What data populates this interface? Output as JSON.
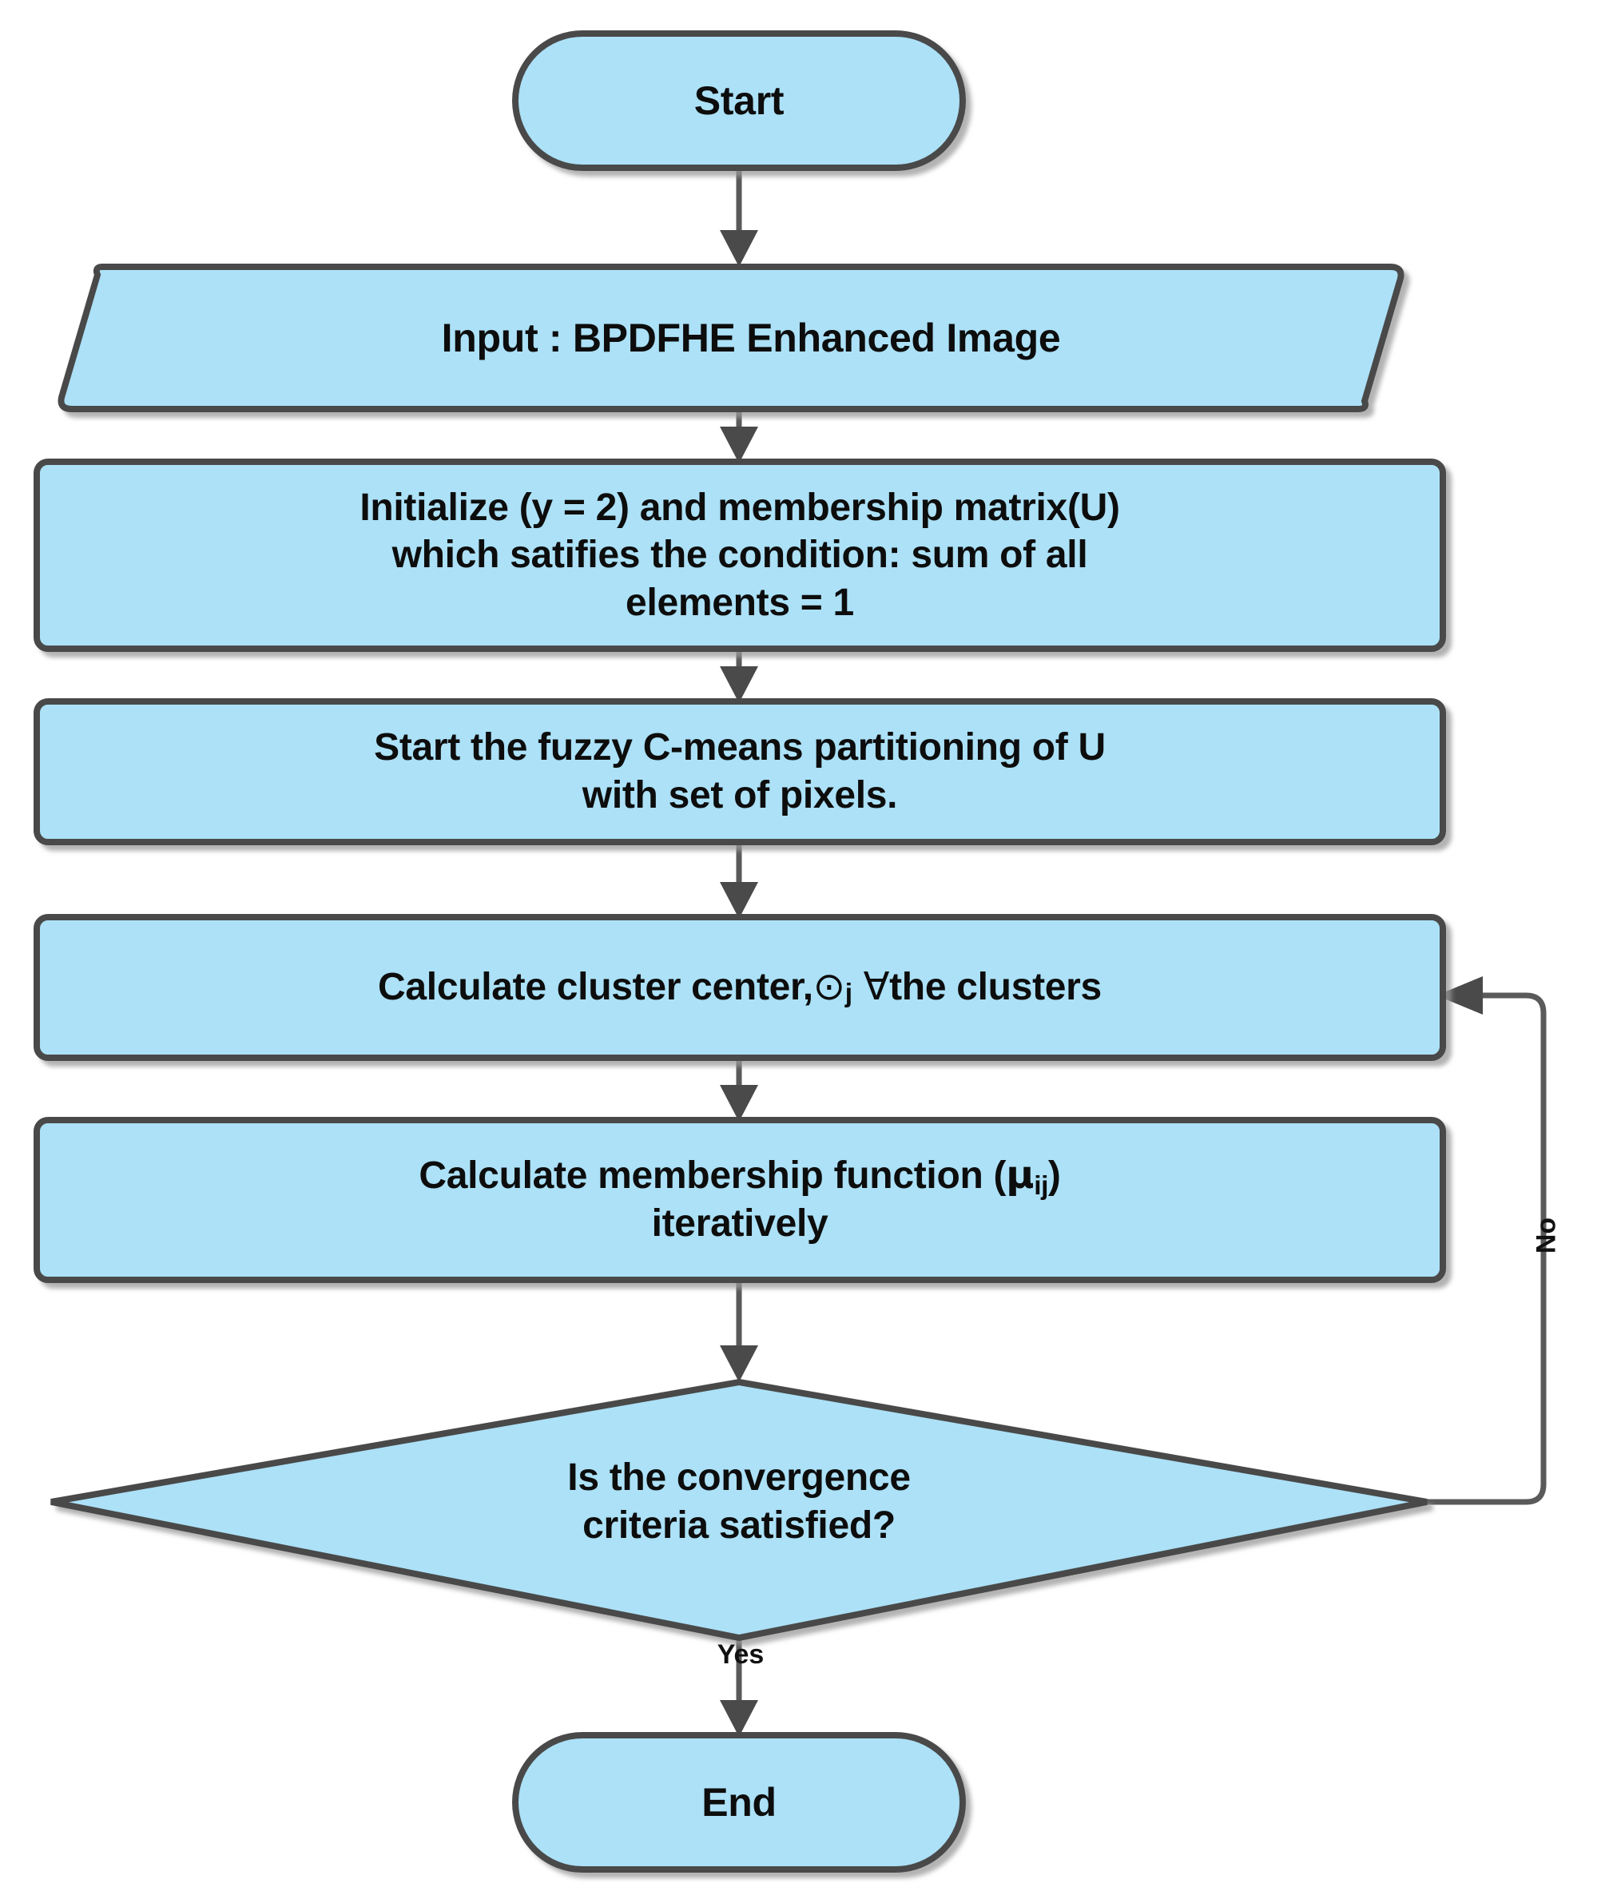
{
  "diagram": {
    "title": "Fuzzy C-Means clustering flowchart",
    "type": "flowchart",
    "background_color": "#ffffff",
    "node_fill_color": "#ace1f7",
    "node_border_color": "#4a4a4a",
    "connector_color": "#5a5a5a",
    "text_color": "#0d0d0d"
  },
  "nodes": {
    "start": {
      "label": "Start",
      "shape": "terminal"
    },
    "input": {
      "label": "Input : BPDFHE Enhanced Image",
      "shape": "parallelogram"
    },
    "initialize": {
      "line1": "Initialize (y = 2) and membership matrix(U)",
      "line2": "which satifies the condition: sum of all",
      "line3": "elements = 1",
      "shape": "process"
    },
    "partition": {
      "line1": "Start the fuzzy C-means partitioning of U",
      "line2": "with set of pixels.",
      "shape": "process"
    },
    "cluster_center": {
      "prefix": "Calculate cluster center, ",
      "symbol": "⊙",
      "subscript": "j",
      "quantifier": "∀",
      "suffix": " the clusters",
      "shape": "process"
    },
    "membership": {
      "prefix": "Calculate membership function (",
      "symbol": "μ",
      "subscript": "ij",
      "suffix": ")",
      "line2": "iteratively",
      "shape": "process"
    },
    "decision": {
      "line1": "Is the convergence",
      "line2": "criteria satisfied?",
      "shape": "decision"
    },
    "end": {
      "label": "End",
      "shape": "terminal"
    }
  },
  "edges": {
    "no_label": "No",
    "yes_label": "Yes"
  }
}
